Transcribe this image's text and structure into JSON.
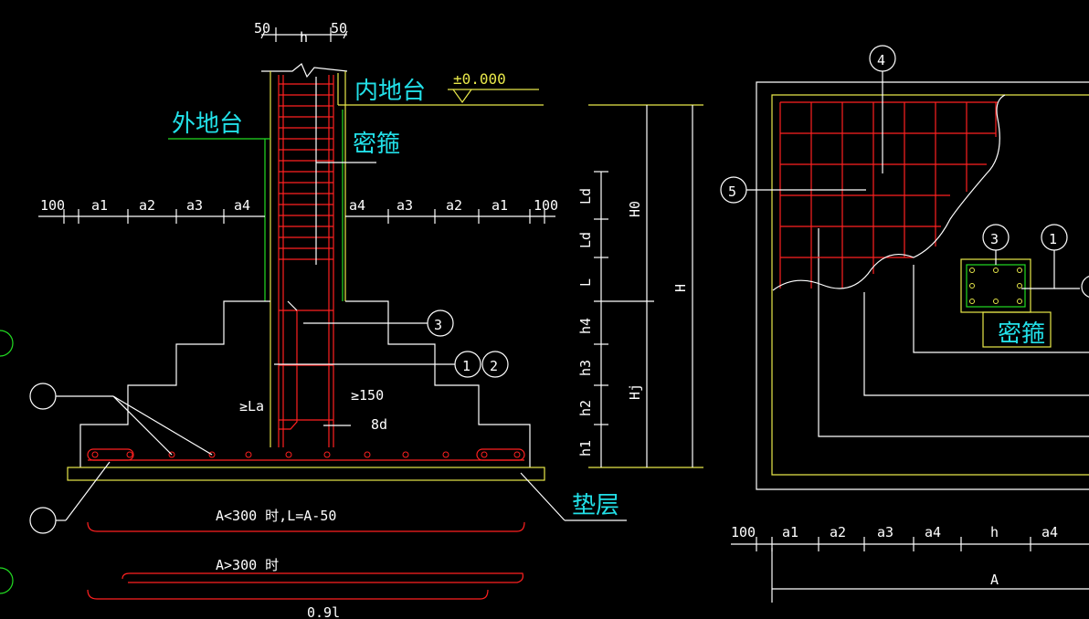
{
  "labels": {
    "outer_platform": "外地台",
    "inner_platform": "内地台",
    "dense_stirrup": "密箍",
    "cushion": "垫层",
    "elevation": "±0.000",
    "dense_stirrup_plan": "密箍"
  },
  "dims": {
    "top_50_left": "50",
    "top_h": "h",
    "top_50_right": "50",
    "row_left": [
      "100",
      "a1",
      "a2",
      "a3",
      "a4"
    ],
    "row_right": [
      "a4",
      "a3",
      "a2",
      "a1",
      "100"
    ],
    "vert_small": [
      "Ld",
      "Ld",
      "L",
      "h4",
      "h3",
      "h2",
      "h1"
    ],
    "vert_big": [
      "H0",
      "Hj",
      "H"
    ],
    "ge_la": "≥La",
    "ge_150": "≥150",
    "eight_d": "8d",
    "plan_row": [
      "100",
      "a1",
      "a2",
      "a3",
      "a4",
      "h",
      "a4"
    ],
    "plan_A": "A"
  },
  "callouts": {
    "c3": "3",
    "c1": "1",
    "c2": "2",
    "c4": "4",
    "c5": "5",
    "p3": "3",
    "p1": "1"
  },
  "notes": {
    "case1": "A<300  时,L=A-50",
    "case2": "A>300  时",
    "bottom": "0.9l"
  }
}
